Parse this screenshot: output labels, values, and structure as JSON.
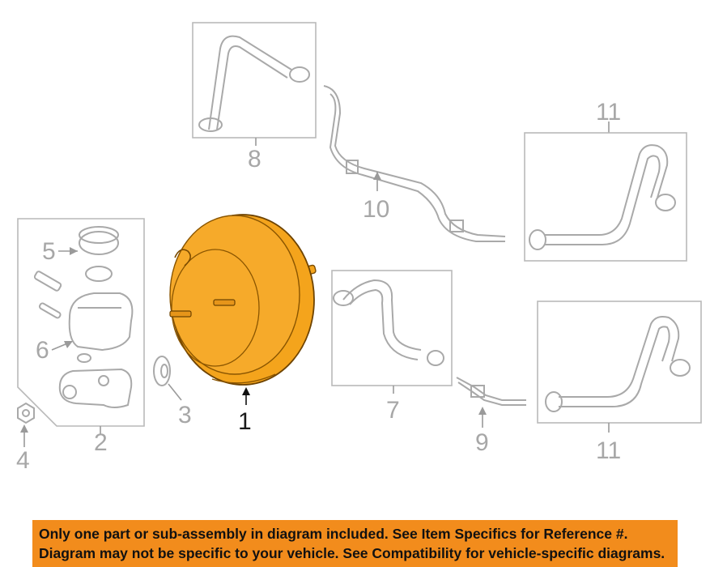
{
  "callouts": {
    "part_1": "1",
    "part_2": "2",
    "part_3": "3",
    "part_4": "4",
    "part_5": "5",
    "part_6": "6",
    "part_7": "7",
    "part_8": "8",
    "part_9": "9",
    "part_10": "10",
    "part_11_top": "11",
    "part_11_bottom": "11"
  },
  "disclaimer": {
    "line_1": "Only one part or sub-assembly in diagram included. See Item Specifics for Reference #.",
    "line_2": "Diagram may not be specific to your vehicle. See Compatibility for vehicle-specific diagrams."
  },
  "colors": {
    "highlight_part": "#f4a41c",
    "disclaimer_background": "#f28c1c",
    "line_art": "#a9a9a9"
  }
}
